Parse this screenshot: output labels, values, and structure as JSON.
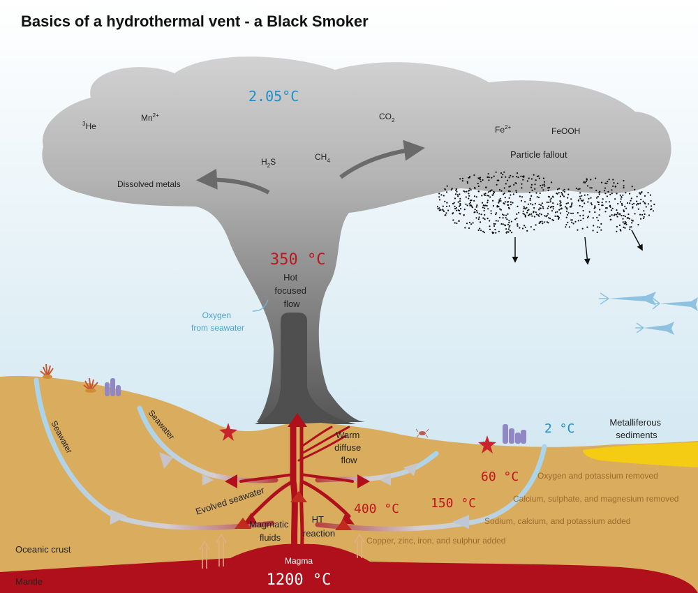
{
  "title": "Basics of a hydrothermal vent - a Black Smoker",
  "plume": {
    "temperature_top": "2.05°C",
    "temperature_core": "350 °C",
    "species": {
      "he3": {
        "sup": "3",
        "base": "He"
      },
      "mn": {
        "base": "Mn",
        "sup": "2+"
      },
      "co2": {
        "base": "CO",
        "sub": "2"
      },
      "fe": {
        "base": "Fe",
        "sup": "2+"
      },
      "feooh": "FeOOH",
      "h2s": {
        "base": "H",
        "sub": "2",
        "tail": "S"
      },
      "ch4": {
        "base": "CH",
        "sub": "4"
      }
    },
    "dissolved_metals": "Dissolved metals",
    "particle_fallout": "Particle fallout",
    "hot_flow": [
      "Hot",
      "focused",
      "flow"
    ],
    "oxygen": [
      "Oxygen",
      "from seawater"
    ]
  },
  "crust": {
    "seawater_left": "Seawater",
    "seawater_mid": "Seawater",
    "warm_flow": [
      "Warm",
      "diffuse",
      "flow"
    ],
    "evolved_seawater": "Evolved seawater",
    "magmatic_fluids": [
      "Magmatic",
      "fluids"
    ],
    "ht_reaction": [
      "HT",
      "reaction"
    ],
    "oceanic_crust": "Oceanic crust",
    "mantle": "Mantle",
    "magma": "Magma",
    "magma_temp": "1200 °C",
    "temp_400": "400 °C",
    "temp_150": "150 °C",
    "temp_60": "60 °C",
    "temp_2": "2 °C",
    "metalliferous": [
      "Metalliferous",
      "sediments"
    ],
    "reactions": [
      "Oxygen and potassium removed",
      "Calcium, sulphate, and magnesium removed",
      "Sodium, calcium, and potassium added",
      "Copper, zinc, iron, and sulphur added"
    ]
  },
  "colors": {
    "sea_top": "#ffffff",
    "sea_bottom": "#c8e2ef",
    "crust": "#d9ac5c",
    "mantle": "#b0101b",
    "plume": "#b8b8b8",
    "chimney": "#505050",
    "temp_blue": "#1f8fc9",
    "temp_red": "#c0141e",
    "reaction_text": "#9a6a2e",
    "sediment": "#f3cc13",
    "fauna": "#8fc2e1"
  },
  "icons": {
    "fish": "squid-icon",
    "crab": "crab-icon",
    "starfish": "starfish-icon",
    "tubeworm": "tubeworm-icon",
    "sponge": "sponge-icon"
  }
}
